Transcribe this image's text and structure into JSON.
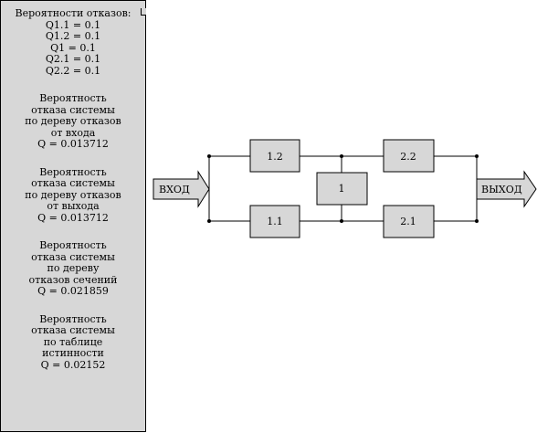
{
  "info": {
    "title": "Вероятности отказов:",
    "probabilities": [
      "Q1.1 = 0.1",
      "Q1.2 = 0.1",
      "Q1 = 0.1",
      "Q2.1 = 0.1",
      "Q2.2 = 0.1"
    ],
    "results": [
      {
        "lines": [
          "Вероятность",
          "отказа системы",
          "по дереву отказов",
          "от входа",
          "Q = 0.013712"
        ]
      },
      {
        "lines": [
          "Вероятность",
          "отказа системы",
          "по дереву отказов",
          "от выхода",
          "Q = 0.013712"
        ]
      },
      {
        "lines": [
          "Вероятность",
          "отказа системы",
          "по дереву",
          "отказов сечений",
          "Q = 0.021859"
        ]
      },
      {
        "lines": [
          "Вероятность",
          "отказа системы",
          "по таблице",
          "истинности",
          "Q = 0.02152"
        ]
      }
    ]
  },
  "diagram": {
    "input_label": "ВХОД",
    "output_label": "ВЫХОД",
    "blocks": {
      "b12": "1.2",
      "b11": "1.1",
      "b1": "1",
      "b22": "2.2",
      "b21": "2.1"
    }
  },
  "colors": {
    "block_fill": "#d7d7d7",
    "panel_fill": "#d7d7d7",
    "line": "#000000"
  }
}
